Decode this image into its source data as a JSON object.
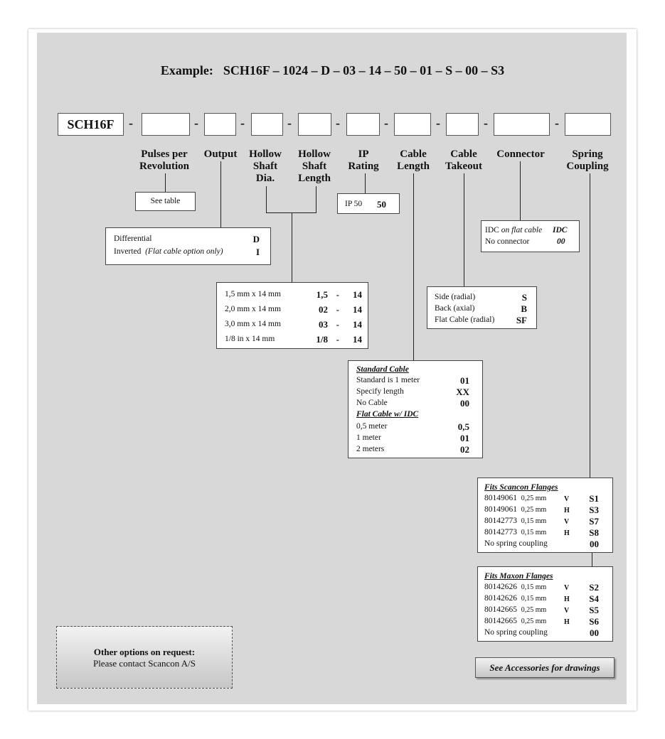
{
  "example": {
    "label": "Example:",
    "code": "SCH16F – 1024 – D – 03 – 14 – 50 – 01 – S – 00 – S3"
  },
  "model": "SCH16F",
  "separator": "-",
  "headers": {
    "pulses": [
      "Pulses per",
      "Revolution"
    ],
    "output": [
      "Output"
    ],
    "shaft_dia": [
      "Hollow",
      "Shaft",
      "Dia."
    ],
    "shaft_len": [
      "Hollow",
      "Shaft",
      "Length"
    ],
    "ip": [
      "IP",
      "Rating"
    ],
    "cable_len": [
      "Cable",
      "Length"
    ],
    "cable_takeout": [
      "Cable",
      "Takeout"
    ],
    "connector": [
      "Connector"
    ],
    "spring": [
      "Spring",
      "Coupling"
    ]
  },
  "see_table": "See table",
  "output_box": [
    {
      "label": "Differential",
      "note": "",
      "code": "D"
    },
    {
      "label": "Inverted",
      "note": "(Flat cable option only)",
      "code": "I"
    }
  ],
  "ip_box": {
    "label": "IP 50",
    "code": "50"
  },
  "connector_box": [
    {
      "label": "IDC",
      "note": "on flat cable",
      "code": "IDC"
    },
    {
      "label": "No connector",
      "note": "",
      "code": "00"
    }
  ],
  "shaft_box": [
    {
      "label": "1,5 mm x 14 mm",
      "dia": "1,5",
      "dash": "-",
      "len": "14"
    },
    {
      "label": "2,0 mm x 14 mm",
      "dia": "02",
      "dash": "-",
      "len": "14"
    },
    {
      "label": "3,0 mm x 14 mm",
      "dia": "03",
      "dash": "-",
      "len": "14"
    },
    {
      "label": "1/8 in   x 14 mm",
      "dia": "1/8",
      "dash": "-",
      "len": "14"
    }
  ],
  "takeout_box": [
    {
      "label": "Side (radial)",
      "code": "S"
    },
    {
      "label": "Back (axial)",
      "code": "B"
    },
    {
      "label": "Flat Cable (radial)",
      "code": "SF"
    }
  ],
  "cable_box": {
    "standard_title": "Standard Cable",
    "standard": [
      {
        "label": "Standard is 1 meter",
        "code": "01"
      },
      {
        "label": "Specify length",
        "code": "XX"
      },
      {
        "label": "No Cable",
        "code": "00"
      }
    ],
    "flat_title": "Flat Cable w/ IDC",
    "flat": [
      {
        "label": "0,5 meter",
        "code": "0,5"
      },
      {
        "label": "1 meter",
        "code": "01"
      },
      {
        "label": "2 meters",
        "code": "02"
      }
    ]
  },
  "scancon_box": {
    "title": "Fits Scancon Flanges",
    "rows": [
      {
        "part": "80149061",
        "tol": "0,25 mm",
        "dir": "V",
        "code": "S1"
      },
      {
        "part": "80149061",
        "tol": "0,25 mm",
        "dir": "H",
        "code": "S3"
      },
      {
        "part": "80142773",
        "tol": "0,15 mm",
        "dir": "V",
        "code": "S7"
      },
      {
        "part": "80142773",
        "tol": "0,15 mm",
        "dir": "H",
        "code": "S8"
      }
    ],
    "none": {
      "label": "No spring coupling",
      "code": "00"
    }
  },
  "maxon_box": {
    "title": "Fits Maxon Flanges",
    "rows": [
      {
        "part": "80142626",
        "tol": "0,15 mm",
        "dir": "V",
        "code": "S2"
      },
      {
        "part": "80142626",
        "tol": "0,15 mm",
        "dir": "H",
        "code": "S4"
      },
      {
        "part": "80142665",
        "tol": "0,25 mm",
        "dir": "V",
        "code": "S5"
      },
      {
        "part": "80142665",
        "tol": "0,25 mm",
        "dir": "H",
        "code": "S6"
      }
    ],
    "none": {
      "label": "No spring coupling",
      "code": "00"
    }
  },
  "other_options": {
    "title": "Other options on request:",
    "text": "Please contact Scancon A/S"
  },
  "accessories": "See Accessories for drawings"
}
